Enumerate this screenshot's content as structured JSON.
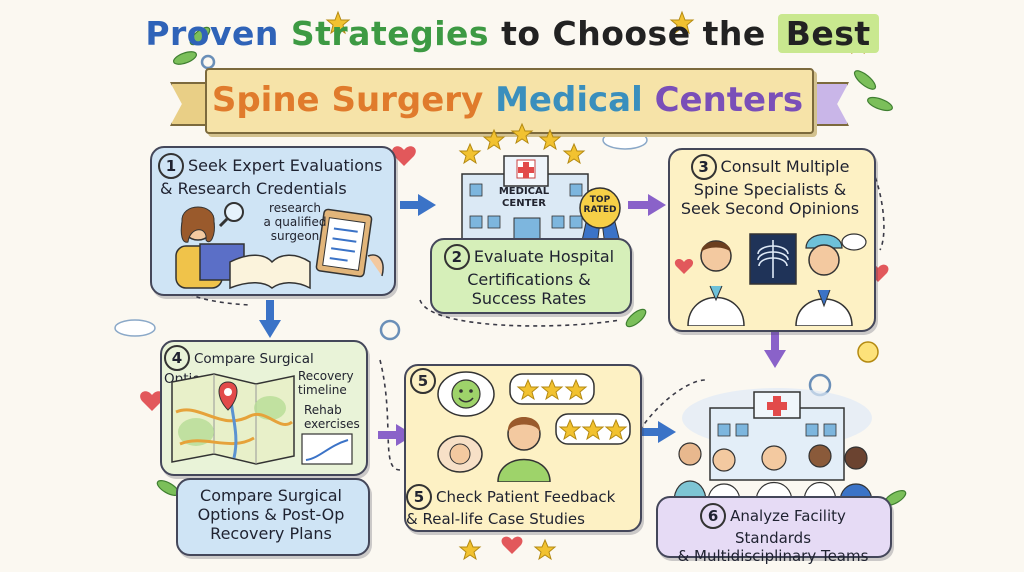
{
  "title": {
    "line1": {
      "proven": "Proven",
      "strategies": "Strategies",
      "middle": "to Choose the",
      "best": "Best"
    },
    "line2": {
      "spine": "Spine",
      "surgery": "Surgery",
      "medical": "Medical",
      "centers": "Centers"
    }
  },
  "steps": [
    {
      "number": "1",
      "title_l1": "Seek Expert Evaluations",
      "title_l2": "& Research Credentials",
      "note_l1": "research",
      "note_l2": "a qualified",
      "note_l3": "surgeon"
    },
    {
      "number": "2",
      "title_l1": "Evaluate Hospital",
      "title_l2": "Certifications &",
      "title_l3": "Success Rates",
      "sign_l1": "MEDICAL",
      "sign_l2": "CENTER",
      "badge_l1": "TOP",
      "badge_l2": "RATED"
    },
    {
      "number": "3",
      "title_l1": "Consult Multiple",
      "title_l2": "Spine Specialists &",
      "title_l3": "Seek Second Opinions"
    },
    {
      "number": "4",
      "title": "Compare Surgical Options",
      "map_note1_l1": "Recovery",
      "map_note1_l2": "timeline",
      "map_note2_l1": "Rehab",
      "map_note2_l2": "exercises",
      "caption_l1": "Compare Surgical",
      "caption_l2": "Options & Post-Op",
      "caption_l3": "Recovery Plans"
    },
    {
      "number": "5",
      "title_l1": "Check Patient Feedback",
      "title_l2": "& Real-life Case Studies"
    },
    {
      "number": "6",
      "title_l1": "Analyze Facility Standards",
      "title_l2": "& Multidisciplinary Teams"
    }
  ],
  "colors": {
    "blue_card": "#cfe4f5",
    "green_card": "#d6efb9",
    "yellow_card": "#fdf1c4",
    "purple_card": "#e6dbf5",
    "arrow_blue": "#3b73c7",
    "arrow_purple": "#8a62c9"
  }
}
